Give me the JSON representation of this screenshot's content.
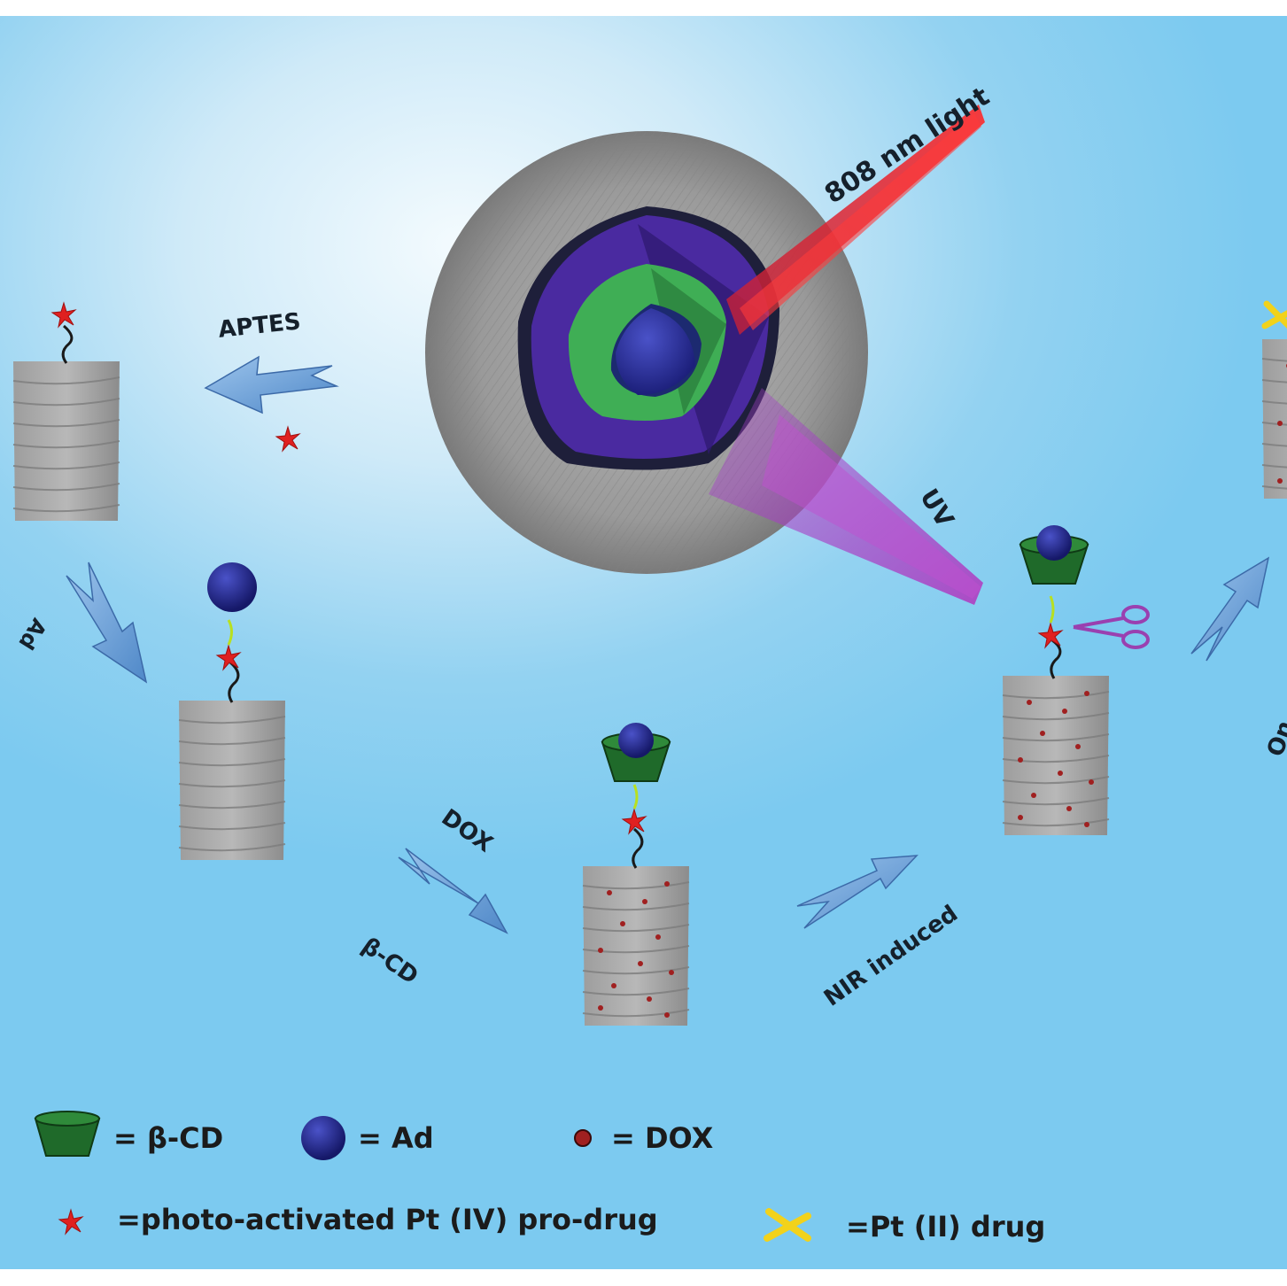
{
  "labels": {
    "light_808": "808 nm light",
    "uv": "UV",
    "aptes": "APTES",
    "ad": "Ad",
    "dox": "DOX",
    "beta_cd": "β-CD",
    "nir_induced": "NIR induced",
    "on_partial": "On"
  },
  "legend": {
    "beta_cd": "= β-CD",
    "ad": "= Ad",
    "dox": "= DOX",
    "pt4": "=photo-activated Pt (IV) pro-drug",
    "pt2": "=Pt (II) drug"
  },
  "colors": {
    "background": "#7ccaf0",
    "shell_gray": "#8e8e8e",
    "purple_layer": "#4a2aa0",
    "green_layer": "#3fae55",
    "core_blue": "#2a2f9a",
    "red_beam": "#e01a1a",
    "uv_beam": "#b040c0",
    "arrow_blue": "#6fa3d9",
    "pt4_star": "#e02020",
    "pt2_cross": "#f2d21b",
    "dox_dot": "#a02020"
  }
}
